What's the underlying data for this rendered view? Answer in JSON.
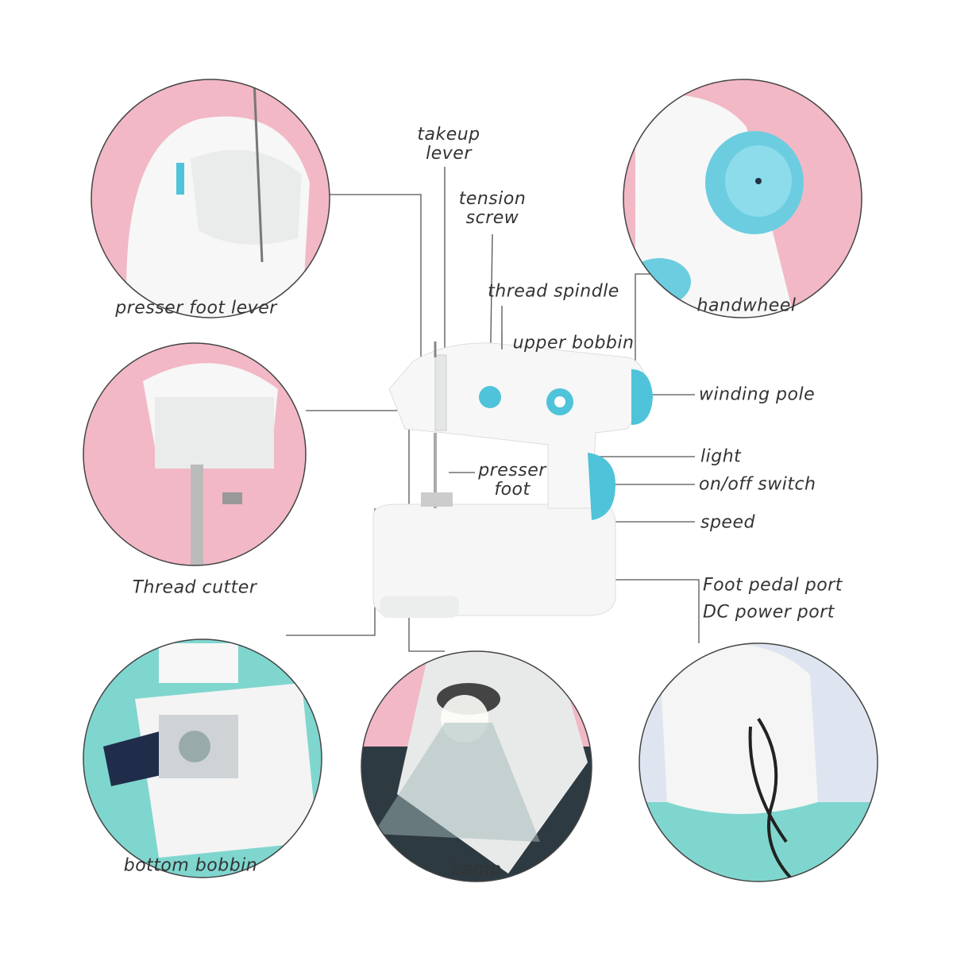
{
  "callouts": {
    "presser_foot_lever": "presser foot lever",
    "thread_cutter": "Thread cutter",
    "bottom_bobbin": "bottom bobbin",
    "lamp": "Lamp",
    "handwheel": "handwheel",
    "takeup_lever_1": "takeup",
    "takeup_lever_2": "lever",
    "tension_screw_1": "tension",
    "tension_screw_2": "screw",
    "thread_spindle": "thread spindle",
    "upper_bobbin": "upper bobbin",
    "winding_pole": "winding pole",
    "light": "light",
    "on_off_switch": "on/off switch",
    "speed": "speed",
    "presser_foot_1": "presser",
    "presser_foot_2": "foot",
    "foot_pedal_port": "Foot pedal port",
    "dc_power_port": "DC power port"
  },
  "colors": {
    "pink": "#f2b8c6",
    "teal": "#7fd6cf",
    "accent": "#4fc3d9",
    "machine": "#f4f5f4"
  }
}
